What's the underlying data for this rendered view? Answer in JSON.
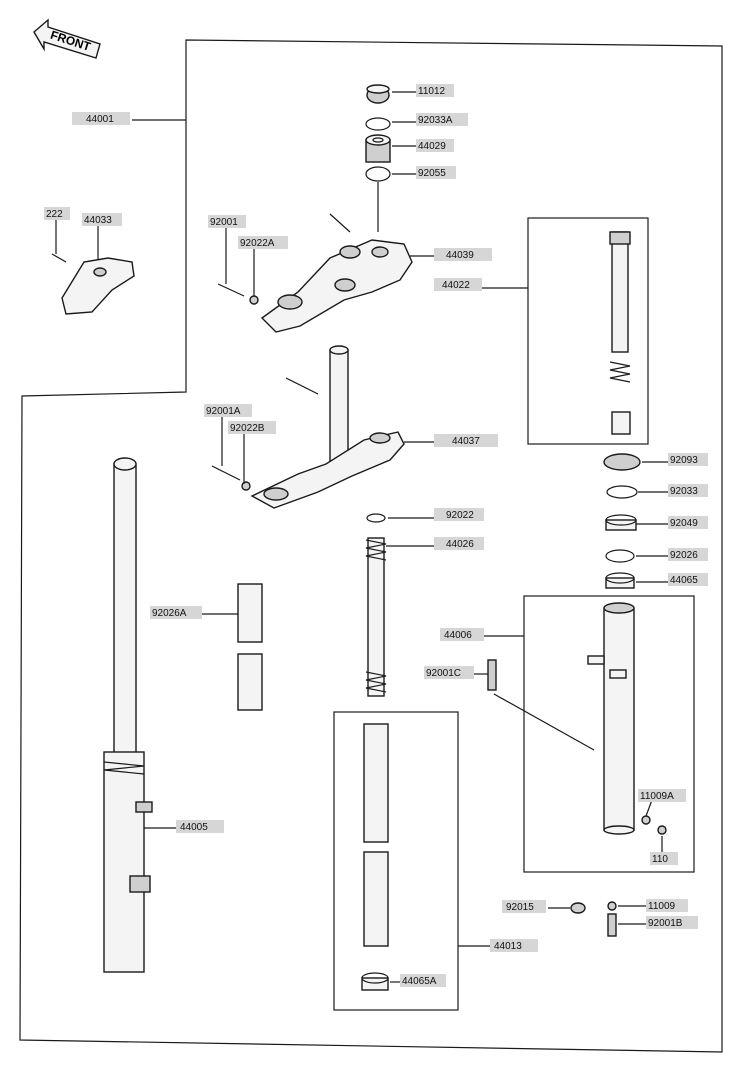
{
  "front_badge": "FRONT",
  "labels": {
    "p11012": "11012",
    "p92033A": "92033A",
    "p44029": "44029",
    "p92055": "92055",
    "p44001": "44001",
    "p222": "222",
    "p44033": "44033",
    "p92001": "92001",
    "p92022A": "92022A",
    "p44039": "44039",
    "p44022": "44022",
    "p92001A": "92001A",
    "p92022B": "92022B",
    "p44037": "44037",
    "p92093": "92093",
    "p92033": "92033",
    "p92022": "92022",
    "p92049": "92049",
    "p44026": "44026",
    "p92026": "92026",
    "p44065": "44065",
    "p92026A": "92026A",
    "p44006": "44006",
    "p92001C": "92001C",
    "p11009A": "11009A",
    "p44005": "44005",
    "p110": "110",
    "p92015": "92015",
    "p11009": "11009",
    "p92001B": "92001B",
    "p44013": "44013",
    "p44065A": "44065A"
  }
}
